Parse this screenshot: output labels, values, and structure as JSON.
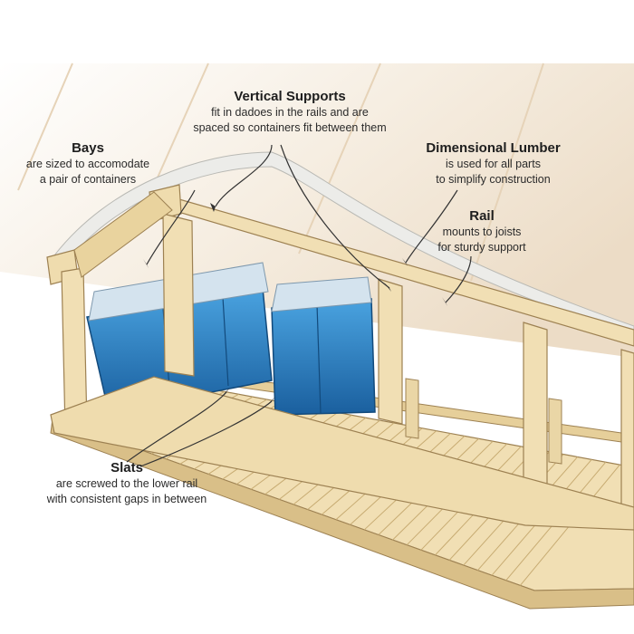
{
  "callouts": {
    "vertical_supports": {
      "title": "Vertical Supports",
      "lines": [
        "fit in dadoes in the rails and are",
        "spaced so containers fit between them"
      ]
    },
    "bays": {
      "title": "Bays",
      "lines": [
        "are sized to accomodate",
        "a pair of containers"
      ]
    },
    "dimensional_lumber": {
      "title": "Dimensional Lumber",
      "lines": [
        "is used for all parts",
        "to simplify construction"
      ]
    },
    "rail": {
      "title": "Rail",
      "lines": [
        "mounts to joists",
        "for sturdy support"
      ]
    },
    "slats": {
      "title": "Slats",
      "lines": [
        "are screwed to the lower rail",
        "with consistent gaps in between"
      ]
    }
  },
  "colors": {
    "wood": "#f1dfb4",
    "wood_dark": "#d9bf88",
    "wood_edge": "#9d8152",
    "container_blue": "#2d86c9",
    "container_dark": "#1a5f9e",
    "lid": "#cfe0ec",
    "ceiling": "#f4ece0",
    "leader": "#333333"
  }
}
